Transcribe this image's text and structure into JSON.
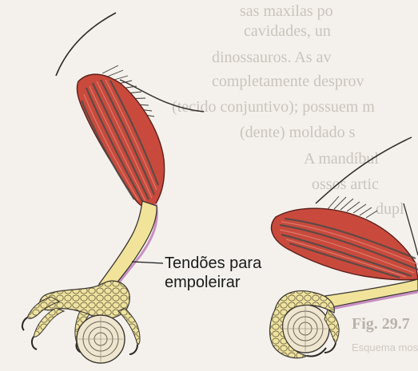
{
  "label": {
    "line1": "Tendões para",
    "line2": "empoleirar"
  },
  "background_text": {
    "lines": [
      "sas maxilas po",
      "cavidades, un",
      "dinossauros. As av",
      "completamente desprov",
      "(tecido conjuntivo); possuem m",
      "(dente) moldado s",
      "A mandíbul",
      "ossos artic",
      "dupl",
      "Fig. 29.7",
      "Esquema mostrando"
    ]
  },
  "colors": {
    "muscle": "#c94a3c",
    "muscle_dark": "#8a2a22",
    "bone": "#f1e49a",
    "tendon": "#c98fc4",
    "outline": "#3a3632"
  }
}
